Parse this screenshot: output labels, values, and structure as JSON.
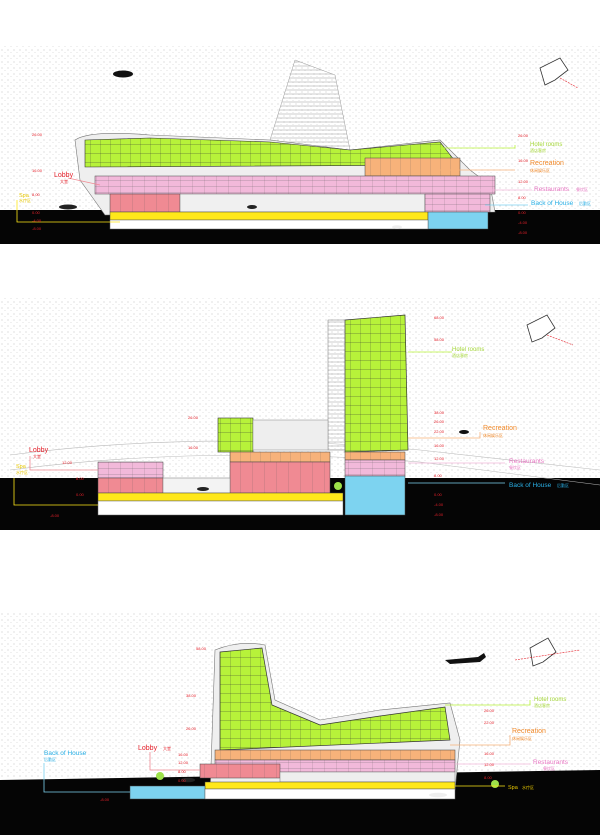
{
  "colors": {
    "hotel": "#b7f23a",
    "recreation": "#f7b27a",
    "restaurants": "#f2b9da",
    "lobby": "#f08a93",
    "back_of_house": "#7dd3f0",
    "spa": "#ffe81a",
    "hotel_text": "#a6d83a",
    "recreation_text": "#f0892a",
    "restaurants_text": "#e878c4",
    "lobby_text": "#e5202a",
    "back_text": "#2ab0e6",
    "spa_text": "#e8c800",
    "level_text": "#e5202a"
  },
  "section1": {
    "legend": {
      "hotel_en": "Hotel rooms",
      "hotel_cn": "酒店客房",
      "recreation_en": "Recreation",
      "recreation_cn": "休闲娱乐区",
      "restaurants_en": "Restaurants",
      "restaurants_cn": "餐饮区",
      "back_en": "Back of House",
      "back_cn": "后勤区",
      "lobby_en": "Lobby",
      "lobby_cn": "大堂",
      "spa_en": "Spa",
      "spa_cn": "水疗区"
    },
    "levels_left": [
      "26.00",
      "16.00",
      "8.00",
      "0.00",
      "-4.00",
      "-8.00"
    ],
    "levels_right": [
      "26.00",
      "16.00",
      "12.00",
      "8.00",
      "0.00",
      "-4.00",
      "-8.00"
    ]
  },
  "section2": {
    "legend": {
      "hotel_en": "Hotel rooms",
      "hotel_cn": "酒店客房",
      "recreation_en": "Recreation",
      "recreation_cn": "休闲娱乐区",
      "restaurants_en": "Restaurants",
      "restaurants_cn": "餐饮区",
      "back_en": "Back of House",
      "back_cn": "后勤区",
      "lobby_en": "Lobby",
      "lobby_cn": "大堂",
      "spa_en": "Spa",
      "spa_cn": "水疗区"
    },
    "levels_left": [
      "26.00",
      "16.00",
      "12.00",
      "8.00",
      "0.00",
      "-8.00"
    ],
    "levels_right": [
      "68.00",
      "58.00",
      "38.00",
      "26.00",
      "22.00",
      "16.00",
      "12.00",
      "8.00",
      "0.00",
      "-4.00",
      "-8.00"
    ]
  },
  "section3": {
    "legend": {
      "hotel_en": "Hotel rooms",
      "hotel_cn": "酒店客房",
      "recreation_en": "Recreation",
      "recreation_cn": "休闲娱乐区",
      "restaurants_en": "Restaurants",
      "restaurants_cn": "餐饮区",
      "back_en": "Back of House",
      "back_cn": "后勤区",
      "lobby_en": "Lobby",
      "lobby_cn": "大堂",
      "spa_en": "Spa",
      "spa_cn": "水疗区"
    },
    "levels_left": [
      "58.00",
      "38.00",
      "26.00",
      "16.00",
      "12.00",
      "8.00",
      "0.00",
      "-8.00"
    ],
    "levels_right": [
      "26.00",
      "22.00",
      "16.00",
      "12.00",
      "8.00"
    ]
  }
}
